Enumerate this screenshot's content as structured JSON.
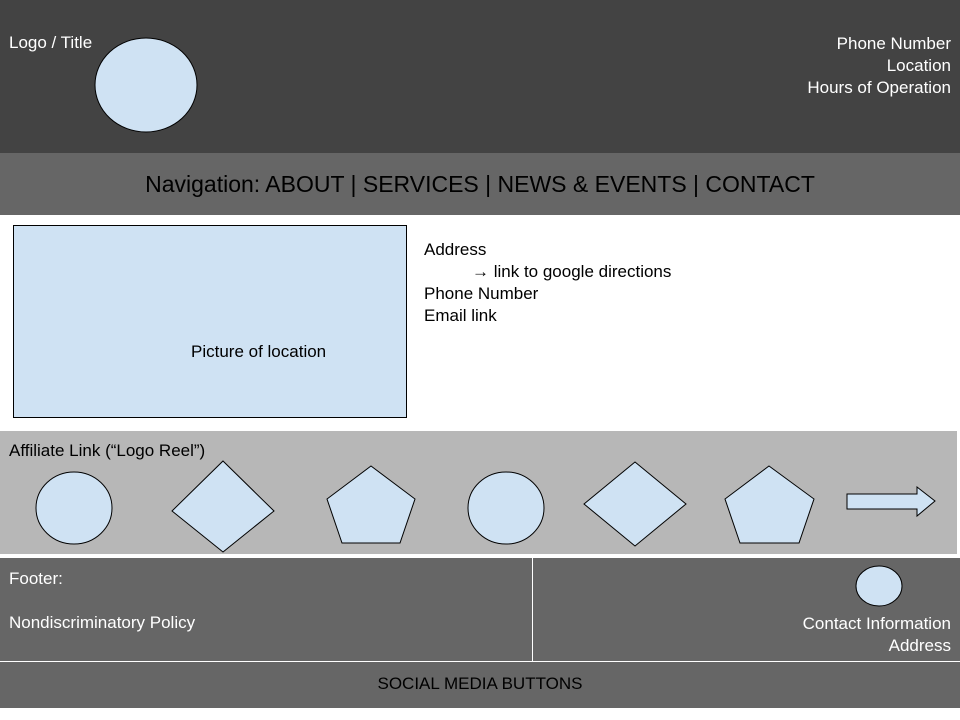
{
  "header": {
    "logo_title": "Logo / Title",
    "phone": "Phone Number",
    "location": "Location",
    "hours": "Hours of Operation"
  },
  "nav": {
    "text": "Navigation: ABOUT | SERVICES | NEWS & EVENTS | CONTACT"
  },
  "main": {
    "picture_label": "Picture of location",
    "address": "Address",
    "directions": "→ link to google directions",
    "phone": "Phone Number",
    "email": "Email link"
  },
  "affiliate": {
    "title": "Affiliate Link (“Logo Reel”)",
    "shapes": [
      "circle",
      "diamond",
      "pentagon",
      "circle",
      "diamond",
      "pentagon",
      "arrow"
    ]
  },
  "footer": {
    "label": "Footer:",
    "policy": "Nondiscriminatory Policy",
    "contact": "Contact Information",
    "address": "Address"
  },
  "social": {
    "text": "SOCIAL MEDIA BUTTONS"
  },
  "colors": {
    "header_bg": "#434343",
    "nav_bg": "#666666",
    "affiliate_bg": "#b7b7b7",
    "placeholder_fill": "#cfe2f3"
  }
}
